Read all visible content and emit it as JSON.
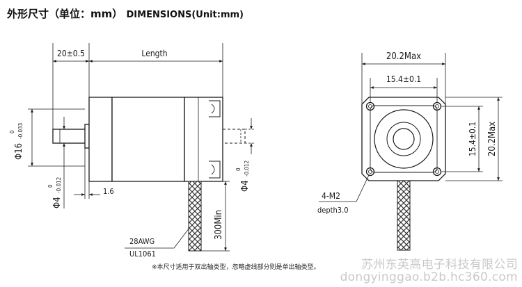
{
  "title": {
    "cn": "外形尺寸（单位：mm）",
    "en": "DIMENSIONS(Unit:mm)"
  },
  "side_view": {
    "shaft_extension": "20±0.5",
    "body_length": "Length",
    "flange_thickness": "1.6",
    "boss_diameter": "Φ16",
    "boss_tol_upper": "0",
    "boss_tol_lower": "-0.033",
    "front_shaft_diameter": "Φ4",
    "front_shaft_tol_upper": "0",
    "front_shaft_tol_lower": "-0.012",
    "rear_shaft_diameter": "Φ4",
    "rear_shaft_tol_upper": "0",
    "rear_shaft_tol_lower": "-0.012",
    "wire_gauge": "28AWG",
    "wire_standard": "UL1061",
    "lead_length": "300Min"
  },
  "front_view": {
    "overall_width": "20.2Max",
    "overall_height": "20.2Max",
    "hole_spacing_h": "15.4±0.1",
    "hole_spacing_v": "15.4±0.1",
    "mount_holes": "4-M2",
    "hole_depth": "depth3.0"
  },
  "note": "※本尺寸适用于双出轴类型，忽略虚线部分则是单出轴类型。",
  "watermark": {
    "company": "苏州东英高电子科技有限公司",
    "url": "dongyinggao.b2b.hc360.com"
  },
  "colors": {
    "line": "#1a1a1a",
    "watermark": "#c9c9c9",
    "background": "#ffffff"
  }
}
